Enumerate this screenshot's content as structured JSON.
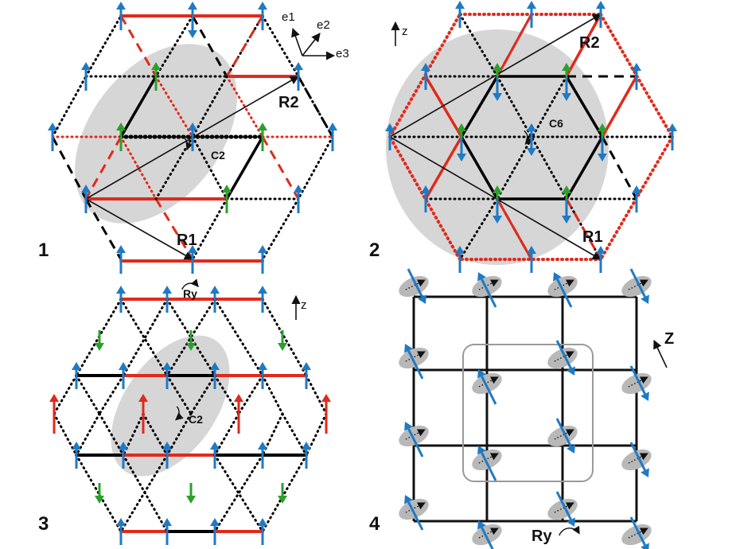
{
  "panels": [
    {
      "number": "1",
      "labels": {
        "r1": "R1",
        "r2": "R2",
        "op": "C2",
        "e1": "e1",
        "e2": "e2",
        "e3": "e3"
      }
    },
    {
      "number": "2",
      "labels": {
        "r1": "R1",
        "r2": "R2",
        "op": "C6",
        "axis": "z"
      }
    },
    {
      "number": "3",
      "labels": {
        "op": "C2",
        "ry": "Ry",
        "axis": "z"
      }
    },
    {
      "number": "4",
      "labels": {
        "ry": "Ry",
        "axis": "Z"
      }
    }
  ],
  "colors": {
    "spin_blue": "#1f7ac4",
    "spin_green": "#2ca02c",
    "spin_red": "#e02a1c",
    "bond_red": "#e02a1c",
    "bond_black": "#000000",
    "shade": "#d6d6d6",
    "frame": "#9a9a9a"
  },
  "icons": [
    "rotation-arrow-icon",
    "axis-arrow-icon",
    "spin-arrow-icon"
  ]
}
